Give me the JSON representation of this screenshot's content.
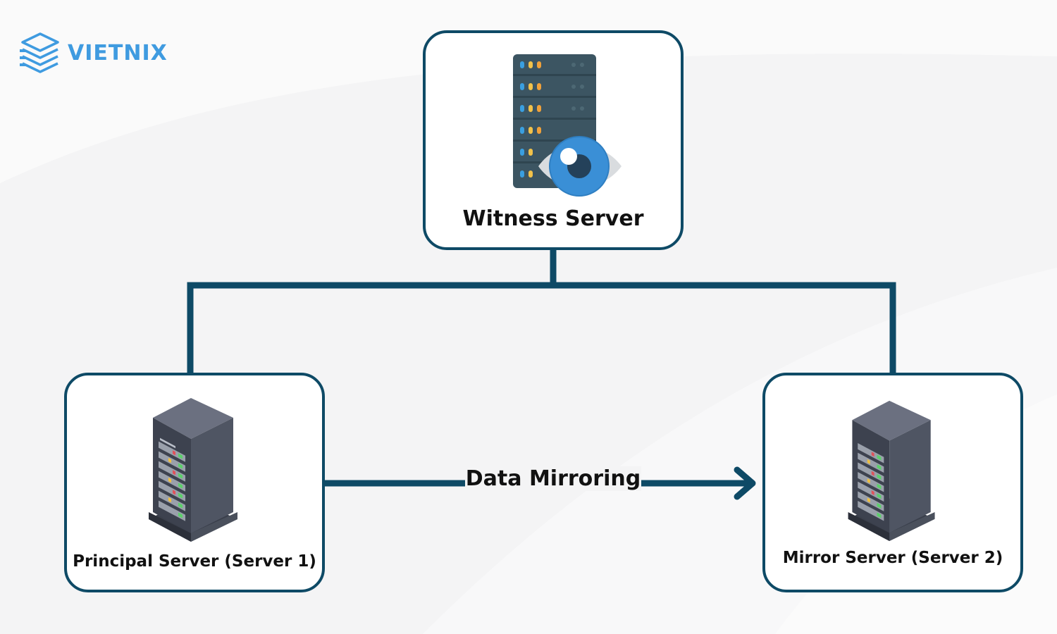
{
  "brand": {
    "name": "VIETNIX",
    "color": "#3f9be0"
  },
  "colors": {
    "line": "#0e4a66",
    "background": "#f4f4f5",
    "node_fill": "#ffffff"
  },
  "nodes": {
    "witness": {
      "label": "Witness Server",
      "icon": "server-rack-eye-icon"
    },
    "principal": {
      "label": "Principal Server (Server 1)",
      "icon": "server-tower-icon"
    },
    "mirror": {
      "label": "Mirror Server (Server 2)",
      "icon": "server-tower-icon"
    }
  },
  "edges": [
    {
      "from": "witness",
      "to": "principal",
      "label": ""
    },
    {
      "from": "witness",
      "to": "mirror",
      "label": ""
    },
    {
      "from": "principal",
      "to": "mirror",
      "label": "Data Mirroring",
      "arrow": true
    }
  ]
}
